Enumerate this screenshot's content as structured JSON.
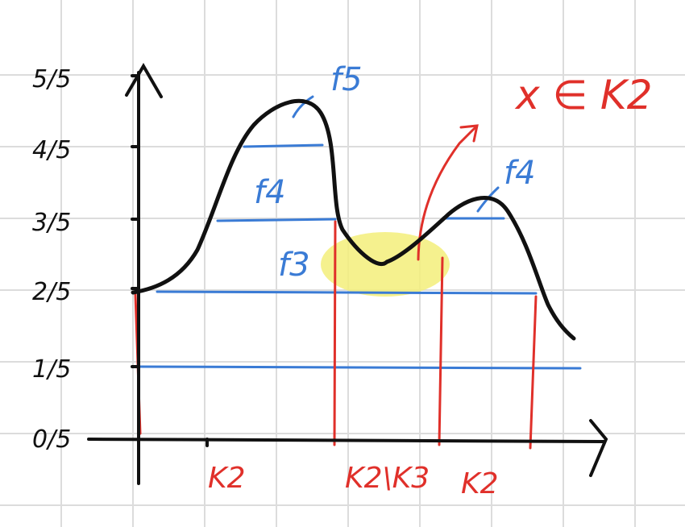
{
  "y_ticks": [
    {
      "label": "5/5"
    },
    {
      "label": "4/5"
    },
    {
      "label": "3/5"
    },
    {
      "label": "2/5"
    },
    {
      "label": "1/5"
    },
    {
      "label": "0/5"
    }
  ],
  "function_labels": {
    "f5": "f5",
    "f4_left": "f4",
    "f4_right": "f4",
    "f3": "f3"
  },
  "region_labels": {
    "left": "K2",
    "middle": "K2\\K3",
    "right": "K2"
  },
  "statement": "x ∈ K2",
  "colors": {
    "grid": "#dcdcdc",
    "curve": "#111111",
    "level": "#3a7bd5",
    "marker": "#e0302a",
    "highlight": "#f3ee7a"
  }
}
